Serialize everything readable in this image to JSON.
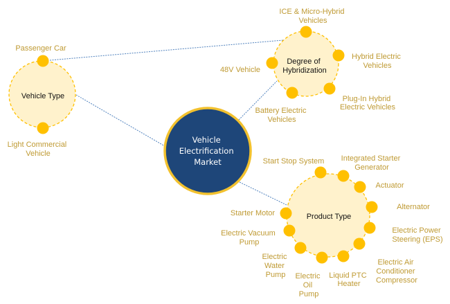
{
  "diagram": {
    "center": {
      "lines": [
        "Vehicle",
        "Electrification",
        "Market"
      ]
    },
    "vehicle_type": {
      "title": "Vehicle Type",
      "segments": [
        {
          "lines": [
            "Passenger Car"
          ]
        },
        {
          "lines": [
            "Light Commercial",
            "Vehicle"
          ]
        }
      ]
    },
    "degree_of_hybridization": {
      "title_lines": [
        "Degree of",
        "Hybridization"
      ],
      "segments": [
        {
          "lines": [
            "ICE & Micro-Hybrid",
            "Vehicles"
          ]
        },
        {
          "lines": [
            "Hybrid Electric",
            "Vehicles"
          ]
        },
        {
          "lines": [
            "Plug-In Hybrid",
            "Electric Vehicles"
          ]
        },
        {
          "lines": [
            "Battery Electric",
            "Vehicles"
          ]
        },
        {
          "lines": [
            "48V Vehicle"
          ]
        }
      ]
    },
    "product_type": {
      "title": "Product Type",
      "segments": [
        {
          "lines": [
            "Start Stop System"
          ]
        },
        {
          "lines": [
            "Integrated Starter",
            "Generator"
          ]
        },
        {
          "lines": [
            "Actuator"
          ]
        },
        {
          "lines": [
            "Alternator"
          ]
        },
        {
          "lines": [
            "Electric Power",
            "Steering (EPS)"
          ]
        },
        {
          "lines": [
            "Electric Air",
            "Conditioner",
            "Compressor"
          ]
        },
        {
          "lines": [
            "Liquid PTC",
            "Heater"
          ]
        },
        {
          "lines": [
            "Electric",
            "Oil",
            "Pump"
          ]
        },
        {
          "lines": [
            "Electric",
            "Water",
            "Pump"
          ]
        },
        {
          "lines": [
            "Electric Vacuum",
            "Pump"
          ]
        },
        {
          "lines": [
            "Starter Motor"
          ]
        }
      ]
    }
  },
  "colors": {
    "hub_fill": "#1E4679",
    "hub_border": "#F2C12E",
    "node_fill": "#FFF2CC",
    "node_border": "#FFC000",
    "segment_dot": "#FFC000",
    "segment_label": "#BF9A33",
    "connector": "#4F81BD"
  }
}
